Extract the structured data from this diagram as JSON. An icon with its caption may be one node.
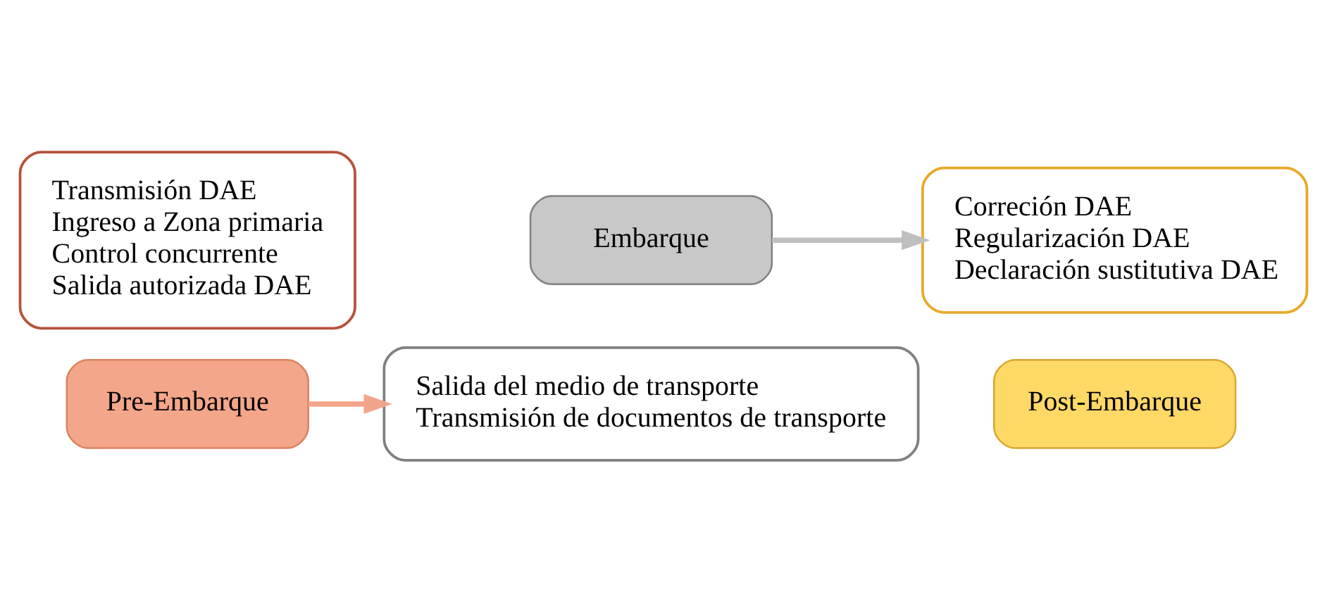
{
  "diagram": {
    "nodes": [
      {
        "text": [
          "Transmisión DAE",
          "Ingreso a Zona primaria",
          "Control concurrente",
          "Salida autorizada DAE"
        ]
      },
      {
        "text": [
          "Pre-Embarque"
        ]
      },
      {
        "text": [
          "Embarque"
        ]
      },
      {
        "text": [
          "Salida del medio de transporte",
          "Transmisión de documentos de transporte"
        ]
      },
      {
        "text": [
          "Correción DAE",
          "Regularización DAE",
          "Declaración sustitutiva DAE"
        ]
      },
      {
        "text": [
          "Post-Embarque"
        ]
      }
    ],
    "edges": [
      {
        "from": 1,
        "to": 3,
        "arrow": "to",
        "color": "#f2a58a"
      },
      {
        "from": 2,
        "to": 4,
        "arrow": "to",
        "color": "#bfbfbf"
      }
    ]
  }
}
